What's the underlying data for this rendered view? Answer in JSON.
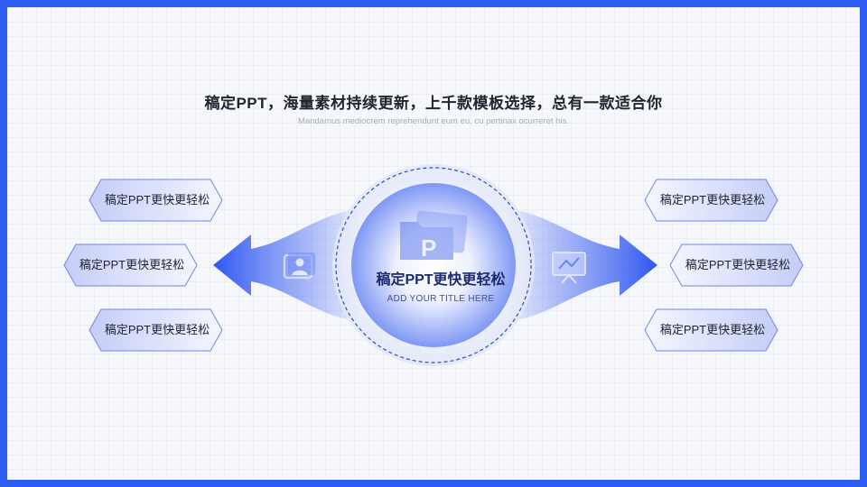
{
  "header": {
    "title": "稿定PPT，海量素材持续更新，上千款模板选择，总有一款适合你",
    "subtitle": "Mandamus mediocrem reprehendunt eum eu, cu pertinax ocurreret his."
  },
  "center": {
    "title": "稿定PPT更快更轻松",
    "subtitle": "ADD YOUR TITLE HERE",
    "icon": "folder-icon"
  },
  "left_items": [
    {
      "label": "稿定PPT更快更轻松"
    },
    {
      "label": "稿定PPT更快更轻松"
    },
    {
      "label": "稿定PPT更快更轻松"
    }
  ],
  "right_items": [
    {
      "label": "稿定PPT更快更轻松"
    },
    {
      "label": "稿定PPT更快更轻松"
    },
    {
      "label": "稿定PPT更快更轻松"
    }
  ],
  "icons": {
    "left_arrow": "user-picture-icon",
    "right_arrow": "presentation-board-icon"
  },
  "colors": {
    "frame": "#2f5cf2",
    "accent": "#3a60f0",
    "hex_stroke": "#6f86e8",
    "hex_fill_light": "#f3f5ff",
    "hex_fill_dark": "#c7cff8"
  }
}
